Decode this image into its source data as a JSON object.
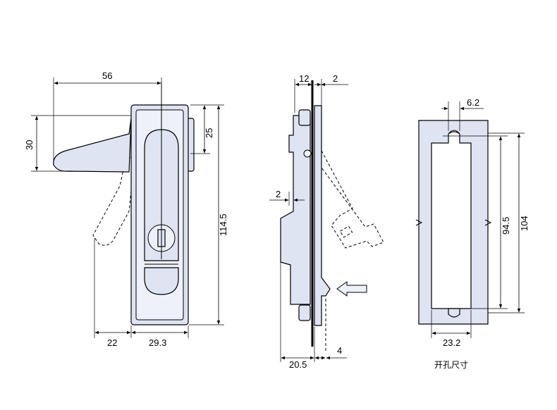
{
  "dimensions": {
    "front_width_top": "56",
    "front_height_handle": "30",
    "front_height_upper": "25",
    "front_height_total": "114.5",
    "front_offset_bottom": "22",
    "front_width_bottom": "29.3",
    "side_top_left": "12",
    "side_top_right": "2",
    "side_mid_left": "2",
    "side_bottom_left": "20.5",
    "side_bottom_right": "4",
    "cutout_top": "6.2",
    "cutout_inner_height": "94.5",
    "cutout_outer_height": "104",
    "cutout_width": "23.2"
  },
  "captions": {
    "cutout_label": "开孔尺寸"
  }
}
